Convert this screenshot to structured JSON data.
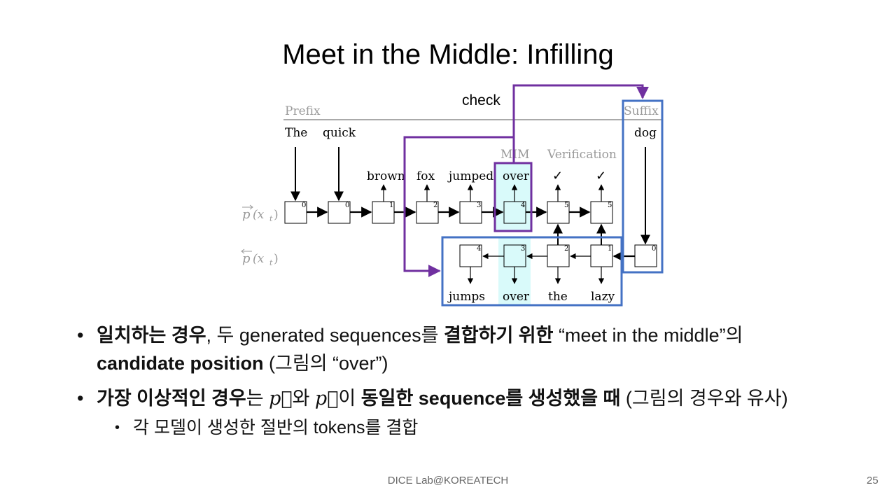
{
  "slide": {
    "title": "Meet in the Middle: Infilling",
    "footer": "DICE Lab@KOREATECH",
    "page_number": "25"
  },
  "diagram": {
    "check_label": "check",
    "prefix_label": "Prefix",
    "suffix_label": "Suffix",
    "prefix_words": [
      "The",
      "quick"
    ],
    "suffix_word": "dog",
    "mim_label": "MIM",
    "verification_label": "Verification",
    "forward_outputs": [
      "brown",
      "fox",
      "jumped",
      "over"
    ],
    "checkmark": "✓",
    "forward_indices": [
      "0",
      "0",
      "1",
      "2",
      "3",
      "4",
      "5",
      "5"
    ],
    "backward_indices": [
      "4",
      "3",
      "2",
      "1",
      "0"
    ],
    "backward_outputs": [
      "jumps",
      "over",
      "the",
      "lazy"
    ],
    "forward_row_label_symbol": "p",
    "forward_row_label_arg": "(x",
    "forward_row_label_sub": "t",
    "forward_row_label_close": ")",
    "backward_row_label_symbol": "p",
    "backward_row_label_arg": "(x",
    "backward_row_label_sub": "t",
    "backward_row_label_close": ")",
    "colors": {
      "purple": "#7030a0",
      "blue": "#4472c4",
      "highlight": "#d9fafa",
      "gray": "#9a9a9a"
    }
  },
  "bullets": {
    "b1_bold1": "일치하는 경우",
    "b1_text1": ", 두 generated sequences를 ",
    "b1_bold2": "결합하기 위한",
    "b1_text2": " “meet in the middle”의",
    "b1_bold3": "candidate position",
    "b1_text3": " (그림의 “over”)",
    "b2_bold1": "가장 이상적인 경우",
    "b2_text1": "는 ",
    "b2_vec1": "p⃗",
    "b2_text2": "와 ",
    "b2_vec2": "p⃖",
    "b2_text3": "이 ",
    "b2_bold2": "동일한 sequence를 생성했을 때",
    "b2_text4": " (그림의 경우와 유사)",
    "b3_text": "각 모델이 생성한 절반의 tokens를 결합",
    "bullet_char": "•"
  }
}
